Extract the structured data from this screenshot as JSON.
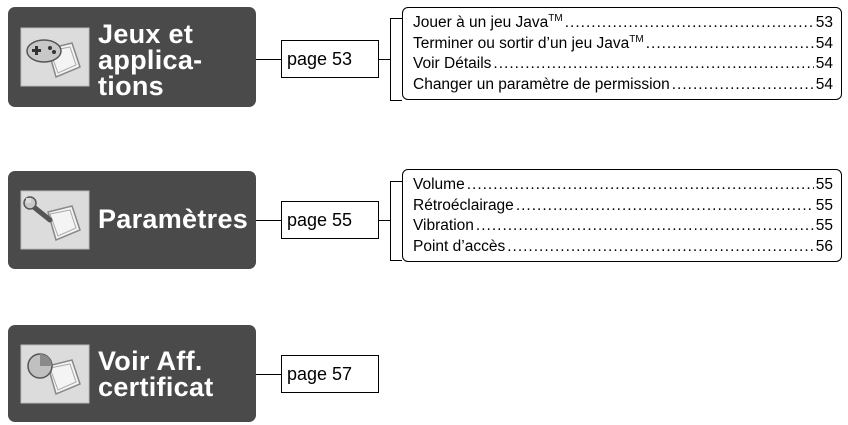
{
  "sections": [
    {
      "title_lines": [
        "Jeux et",
        "applica-",
        "tions"
      ],
      "icon": "gamepad-folder-icon",
      "page_ref": "page 53",
      "entries": [
        {
          "label": "Jouer à un jeu Java",
          "sup": "TM",
          "page": "53"
        },
        {
          "label": "Terminer ou sortir d’un jeu Java",
          "sup": "TM",
          "page": "54"
        },
        {
          "label": "Voir Détails",
          "sup": "",
          "page": "54"
        },
        {
          "label": "Changer un paramètre de permission",
          "sup": "",
          "page": "54"
        }
      ]
    },
    {
      "title_lines": [
        "Paramètres"
      ],
      "icon": "wrench-folder-icon",
      "page_ref": "page 55",
      "entries": [
        {
          "label": "Volume",
          "sup": "",
          "page": "55"
        },
        {
          "label": "Rétroéclairage",
          "sup": "",
          "page": "55"
        },
        {
          "label": "Vibration",
          "sup": "",
          "page": "55"
        },
        {
          "label": "Point d’accès",
          "sup": "",
          "page": "56"
        }
      ]
    },
    {
      "title_lines": [
        "Voir Aff.",
        "certificat"
      ],
      "icon": "certificate-folder-icon",
      "page_ref": "page 57",
      "entries": []
    }
  ],
  "colors": {
    "tile_bg": "#4a4a4a",
    "tile_text": "#ffffff",
    "icon_bg": "#d9d9d9"
  }
}
